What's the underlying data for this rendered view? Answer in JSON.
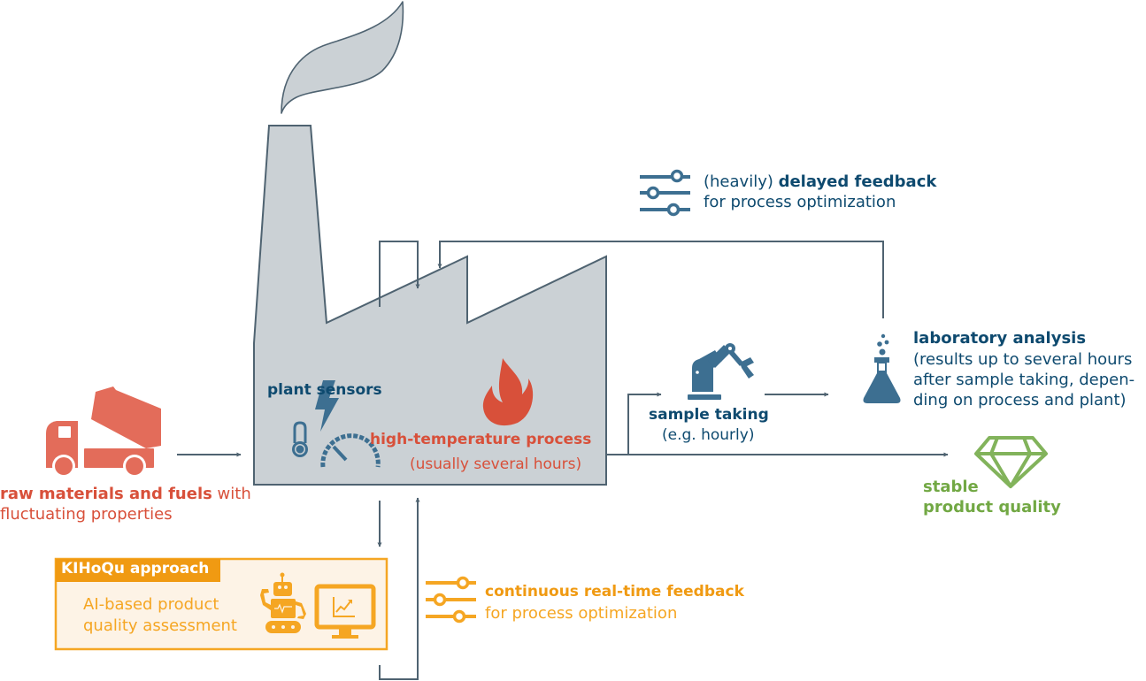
{
  "colors": {
    "factory_fill": "#cbd1d5",
    "outline": "#4f6371",
    "navy": "#0e4a6f",
    "icon_blue": "#3d6f91",
    "red": "#d8503a",
    "truck_red": "#e36c5a",
    "green": "#72a844",
    "green_icon": "#82b35b",
    "orange": "#f09a12",
    "orange_light": "#fdf3e6"
  },
  "raw_materials": {
    "bold": "raw materials and fuels",
    "rest": " with",
    "line2": "fluctuating properties",
    "icon": "dump-truck-icon"
  },
  "plant_sensors": {
    "label": "plant sensors",
    "icons": [
      "thermometer-icon",
      "lightning-icon",
      "gauge-icon"
    ]
  },
  "process": {
    "title": "high-temperature process",
    "subtitle": "(usually several hours)",
    "icon": "flame-icon"
  },
  "delayed_feedback": {
    "prefix": "(heavily) ",
    "bold": "delayed feedback",
    "line2": "for process optimization",
    "icon": "sliders-icon"
  },
  "sample_taking": {
    "title": "sample taking",
    "subtitle": "(e.g. hourly)",
    "icon": "robot-arm-icon"
  },
  "laboratory": {
    "title": "laboratory analysis",
    "lines": [
      "(results up to several hours",
      "after sample taking, depen-",
      "ding on process and plant)"
    ],
    "icon": "flask-icon"
  },
  "quality": {
    "line1": "stable",
    "line2": "product quality",
    "icon": "diamond-icon"
  },
  "kihoqu": {
    "header": "KIHoQu approach",
    "line1": "AI-based product",
    "line2": "quality assessment",
    "icons": [
      "robot-icon",
      "monitor-chart-icon"
    ]
  },
  "realtime_feedback": {
    "bold": "continuous real-time feedback",
    "line2": "for process optimization",
    "icon": "sliders-icon"
  }
}
